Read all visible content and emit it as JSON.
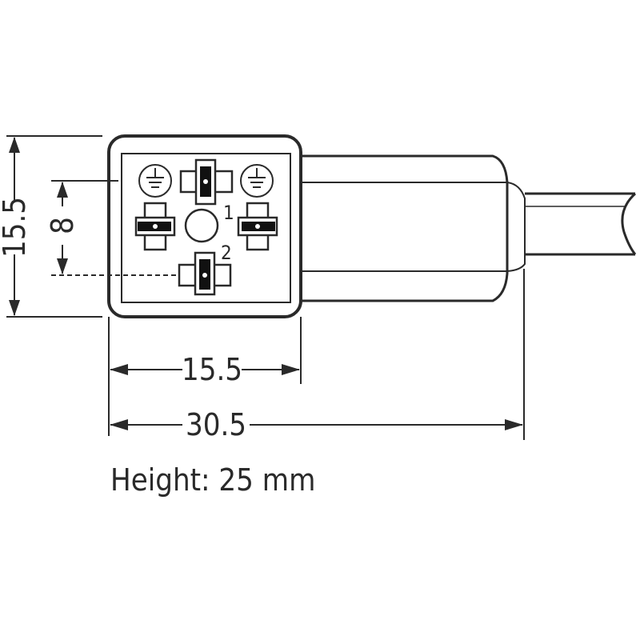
{
  "dimensions": {
    "height_label": "15.5",
    "pin_spacing_label": "8",
    "body_width_label": "15.5",
    "total_length_label": "30.5"
  },
  "pins": {
    "pin1_label": "1",
    "pin2_label": "2"
  },
  "caption": {
    "text": "Height: 25 mm"
  },
  "colors": {
    "line": "#2a2a2a",
    "contact": "#111111"
  },
  "icons": [
    "ground-icon",
    "ground-icon"
  ]
}
